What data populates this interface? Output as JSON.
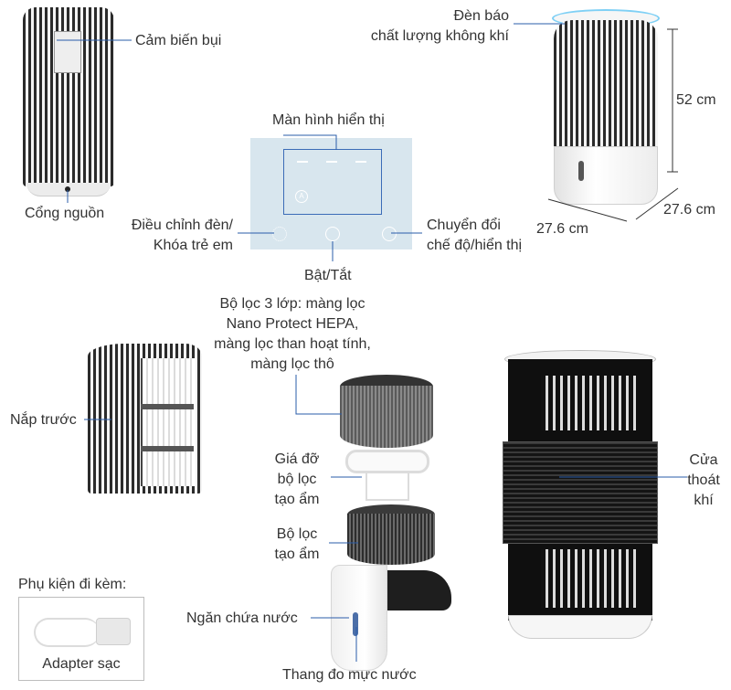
{
  "labels": {
    "dust_sensor": "Cảm biến bụi",
    "power_port": "Cổng nguồn",
    "air_quality_line1": "Đèn báo",
    "air_quality_line2": "chất lượng không khí",
    "height": "52 cm",
    "width": "27.6 cm",
    "depth": "27.6 cm",
    "display": "Màn hình hiển thị",
    "light_lock_line1": "Điều chỉnh đèn/",
    "light_lock_line2": "Khóa trẻ em",
    "mode_line1": "Chuyển đổi",
    "mode_line2": "chế độ/hiển thị",
    "power_button": "Bật/Tắt",
    "filter_line1": "Bộ lọc 3 lớp: màng lọc",
    "filter_line2": "Nano Protect HEPA,",
    "filter_line3": "màng lọc than hoạt tính,",
    "filter_line4": "màng lọc thô",
    "front_cover": "Nắp trước",
    "holder_line1": "Giá đỡ",
    "holder_line2": "bộ lọc",
    "holder_line3": "tạo ẩm",
    "humid_line1": "Bộ lọc",
    "humid_line2": "tạo ẩm",
    "outlet_line1": "Cửa",
    "outlet_line2": "thoát",
    "outlet_line3": "khí",
    "accessories": "Phụ kiện đi kèm:",
    "adapter": "Adapter sạc",
    "water_tank": "Ngăn chứa nước",
    "water_gauge": "Thang đo mực nước"
  },
  "colors": {
    "callout_line": "#2a5caa",
    "panel_bg": "#d8e6ee",
    "ring_light": "#7fd0f5"
  }
}
